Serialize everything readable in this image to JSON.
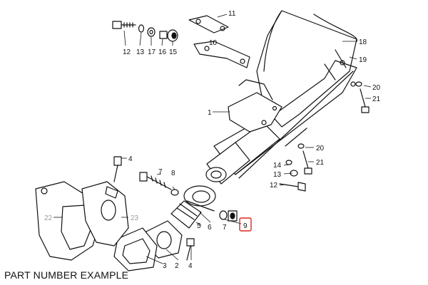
{
  "caption": "PART NUMBER EXAMPLE",
  "callouts": {
    "c1": "1",
    "c2": "2",
    "c3": "3",
    "c4a": "4",
    "c4b": "4",
    "c5": "5",
    "c6": "6",
    "c7": "7",
    "c8": "8",
    "c9": "9",
    "c10": "10",
    "c11": "11",
    "c12a": "12",
    "c12b": "12",
    "c13a": "13",
    "c13b": "13",
    "c14": "14",
    "c15": "15",
    "c16": "16",
    "c17": "17",
    "c18": "18",
    "c19": "19",
    "c20a": "20",
    "c20b": "20",
    "c21a": "21",
    "c21b": "21",
    "c22": "22",
    "c23": "23"
  },
  "highlight": {
    "callout": "9",
    "color": "#e0241b"
  }
}
